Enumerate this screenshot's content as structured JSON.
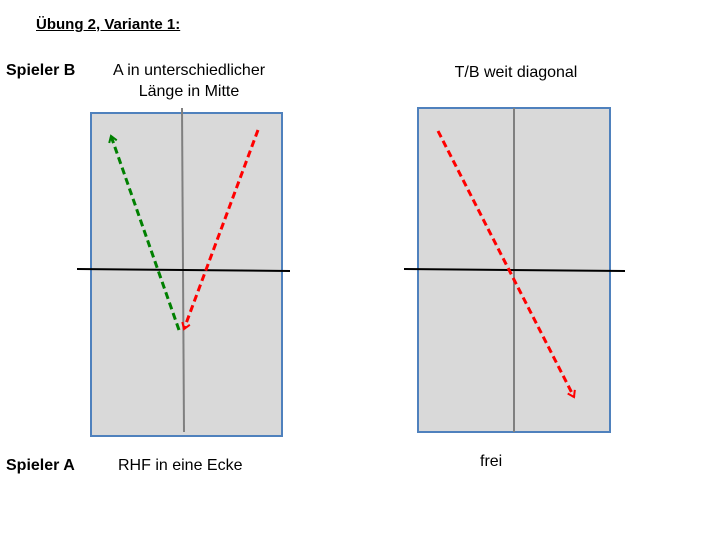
{
  "title": "Übung 2, Variante 1:",
  "player_top": "Spieler B",
  "player_bottom": "Spieler A",
  "left_diagram": {
    "top_label_line1": "A in unterschiedlicher",
    "top_label_line2": "Länge in Mitte",
    "bottom_label": "RHF in eine Ecke"
  },
  "right_diagram": {
    "top_label": "T/B weit diagonal",
    "bottom_label": "frei"
  },
  "colors": {
    "table_fill": "#d9d9d9",
    "table_border": "#4f81bd",
    "center_line": "#808080",
    "net": "#000000",
    "arrow_red": "#ff0000",
    "arrow_green": "#008000"
  }
}
